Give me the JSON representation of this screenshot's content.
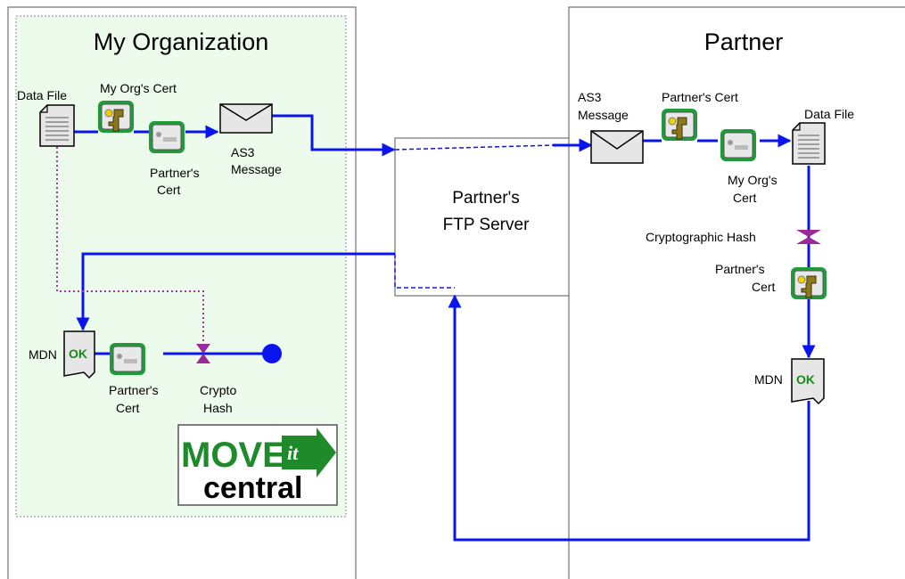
{
  "zones": {
    "my_org": "My Organization",
    "partner": "Partner",
    "ftp_server_line1": "Partner's",
    "ftp_server_line2": "FTP Server"
  },
  "my_org_side": {
    "data_file": "Data File",
    "my_orgs_cert": "My Org's Cert",
    "partners_cert_line1": "Partner's",
    "partners_cert_line2": "Cert",
    "as3_line1": "AS3",
    "as3_line2": "Message",
    "mdn": "MDN",
    "ok": "OK",
    "mdn_partners_cert_line1": "Partner's",
    "mdn_partners_cert_line2": "Cert",
    "crypto_line1": "Crypto",
    "crypto_line2": "Hash"
  },
  "partner_side": {
    "as3_line1": "AS3",
    "as3_line2": "Message",
    "partners_cert": "Partner's Cert",
    "data_file": "Data File",
    "my_orgs_cert_line1": "My Org's",
    "my_orgs_cert_line2": "Cert",
    "cryptographic_hash": "Cryptographic Hash",
    "partners_cert2_line1": "Partner's",
    "partners_cert2_line2": "Cert",
    "mdn": "MDN",
    "ok": "OK"
  },
  "logo": {
    "line1": "MOVE",
    "it": "it",
    "line2": "central"
  },
  "colors": {
    "flow": "#0a14f0",
    "dotted": "#9a3aa0",
    "org_fill": "#ecfbec",
    "cert_green": "#1f9b3a",
    "key_gold": "#8a7a1a",
    "hash_purple": "#9a2a9a"
  }
}
